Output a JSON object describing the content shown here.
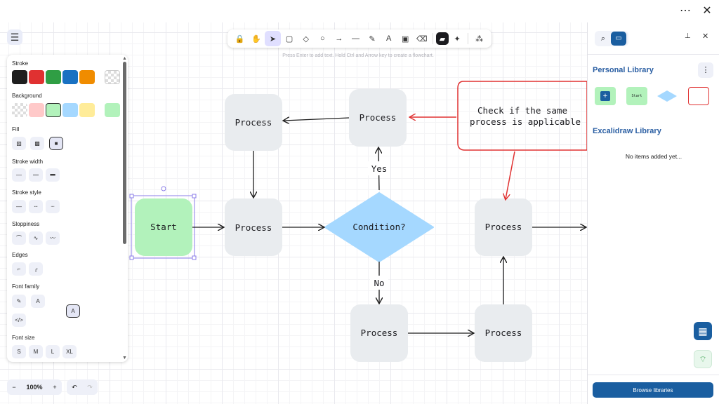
{
  "window": {
    "more_icon": "⋯",
    "close_icon": "✕"
  },
  "canvas": {
    "hint": "Press Enter to add text. Hold Ctrl and Arrow key to create a flowchart.",
    "nodes": {
      "start": "Start",
      "process_left_top": "Process",
      "process_left_mid": "Process",
      "process_top": "Process",
      "condition": "Condition?",
      "process_right_mid": "Process",
      "process_bottom_mid": "Process",
      "process_bottom_right": "Process",
      "yes": "Yes",
      "no": "No",
      "note_line1": "Check if the same",
      "note_line2": "process is applicable"
    }
  },
  "toolbar": {
    "tools": [
      {
        "name": "lock-icon",
        "glyph": "🔒",
        "key": ""
      },
      {
        "name": "hand-icon",
        "glyph": "✋",
        "key": ""
      },
      {
        "name": "selection-icon",
        "glyph": "➤",
        "key": "1"
      },
      {
        "name": "rectangle-icon",
        "glyph": "▢",
        "key": "2"
      },
      {
        "name": "diamond-icon",
        "glyph": "◇",
        "key": "3"
      },
      {
        "name": "ellipse-icon",
        "glyph": "○",
        "key": "4"
      },
      {
        "name": "arrow-icon",
        "glyph": "→",
        "key": "5"
      },
      {
        "name": "line-icon",
        "glyph": "—",
        "key": "6"
      },
      {
        "name": "pencil-icon",
        "glyph": "✎",
        "key": "7"
      },
      {
        "name": "text-icon",
        "glyph": "A",
        "key": "8"
      },
      {
        "name": "image-icon",
        "glyph": "▣",
        "key": "9"
      },
      {
        "name": "eraser-icon",
        "glyph": "⌫",
        "key": "0"
      }
    ]
  },
  "props": {
    "stroke": "Stroke",
    "background": "Background",
    "fill": "Fill",
    "stroke_width": "Stroke width",
    "stroke_style": "Stroke style",
    "sloppiness": "Sloppiness",
    "edges": "Edges",
    "font_family": "Font family",
    "font_size": "Font size",
    "font_sizes": [
      "S",
      "M",
      "L",
      "XL"
    ],
    "stroke_colors": [
      "#1e1e1e",
      "#e03131",
      "#2f9e44",
      "#1971c2",
      "#f08c00"
    ],
    "background_colors": [
      "transparent",
      "#ffc9c9",
      "#b2f2bb",
      "#a5d8ff",
      "#ffec99"
    ],
    "current_background": "#b2f2bb"
  },
  "bottom": {
    "zoom": "100%",
    "zoom_out": "−",
    "zoom_in": "+",
    "undo": "↶",
    "redo": "↷"
  },
  "library": {
    "personal_title": "Personal Library",
    "excalidraw_title": "Excalidraw Library",
    "empty_text": "No items added yet...",
    "browse_label": "Browse libraries",
    "item_start": "Start"
  },
  "colors": {
    "accent": "#1a5ea0",
    "process_fill": "#e9ecef",
    "start_fill": "#b2f2bb",
    "condition_fill": "#a5d8ff",
    "note_stroke": "#e03131"
  }
}
